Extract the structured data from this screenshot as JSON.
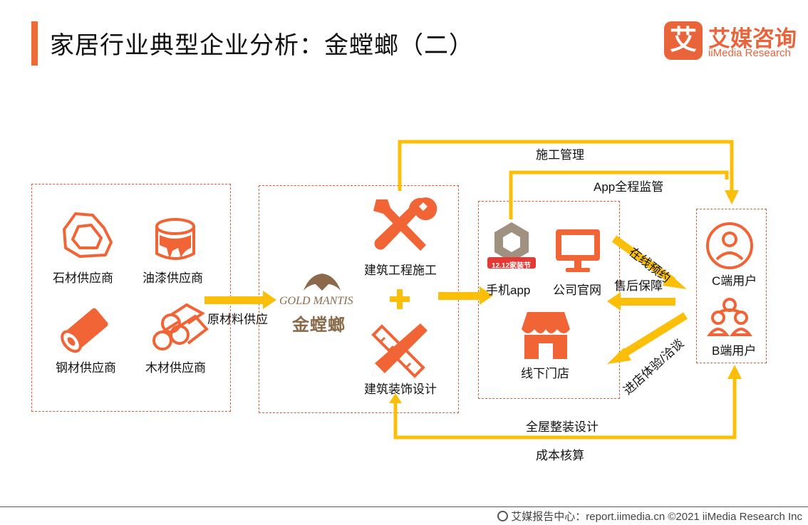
{
  "header": {
    "title": "家居行业典型企业分析：金螳螂（二）",
    "logo_mark": "艾",
    "logo_cn": "艾媒咨询",
    "logo_en": "iiMedia Research"
  },
  "colors": {
    "accent": "#f06a35",
    "arrow": "#fbbf0a",
    "icon": "#f06435",
    "dashed_border": "#e25a3a"
  },
  "suppliers": {
    "stone": "石材供应商",
    "paint": "油漆供应商",
    "steel": "钢材供应商",
    "wood": "木材供应商",
    "arrow_label": "原材料供应"
  },
  "company": {
    "logo_en": "GOLD MANTIS",
    "logo_cn": "金螳螂",
    "plus": "+",
    "construction": "建筑工程施工",
    "decoration": "建筑装饰设计"
  },
  "channels": {
    "app": "手机app",
    "app_badge": "12.12家装节",
    "website": "公司官网",
    "store": "线下门店"
  },
  "users": {
    "c_user": "C端用户",
    "b_user": "B端用户"
  },
  "flows": {
    "construction_mgmt": "施工管理",
    "app_monitor": "App全程监管",
    "online_booking": "在线预约",
    "after_sales": "售后保障",
    "store_visit": "进店体验/洽谈",
    "whole_house": "全屋整装设计",
    "cost_accounting": "成本核算"
  },
  "footer": {
    "source": "艾媒报告中心：report.iimedia.cn  ©2021  iiMedia Research  Inc"
  }
}
